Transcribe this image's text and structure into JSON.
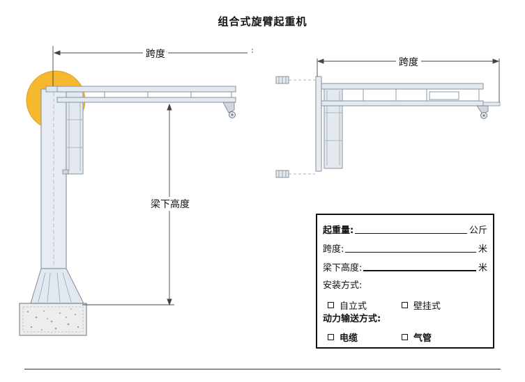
{
  "title": "组合式旋臂起重机",
  "dimensions": {
    "span_left": "跨度",
    "span_right": "跨度",
    "height_under_beam": "梁下高度"
  },
  "form": {
    "capacity_label": "起重量:",
    "capacity_unit": "公斤",
    "span_label": "跨度:",
    "span_unit": "米",
    "height_label": "梁下高度:",
    "height_unit": "米",
    "install_label": "安装方式:",
    "install_options": [
      "自立式",
      "壁挂式"
    ],
    "power_label": "动力输送方式:",
    "power_options": [
      "电缆",
      "气管"
    ]
  },
  "colors": {
    "highlight": "#f5b82e",
    "structure_fill": "#e6ecf2",
    "structure_stroke": "#8e9aa6"
  }
}
